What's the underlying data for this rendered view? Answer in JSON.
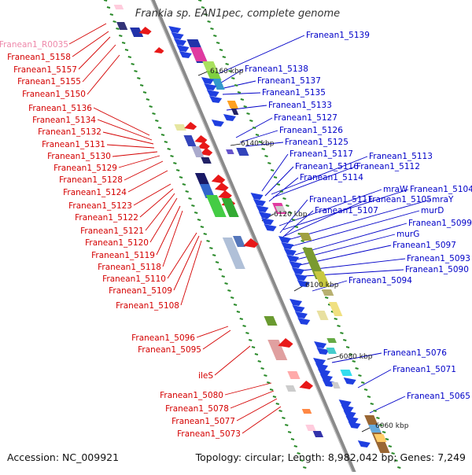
{
  "title": "Frankia sp. EAN1pec, complete genome",
  "footer": {
    "accession": "Accession: NC_009921",
    "stats": "Topology: circular; Length: 8,982,042 bp; Genes: 7,249"
  },
  "ticks": [
    "6160 kbp",
    "6140 kbp",
    "6120 kbp",
    "6100 kbp",
    "6080 kbp",
    "6060 kbp"
  ],
  "colors": {
    "left_label": "#d40000",
    "right_label": "#0000c8",
    "rna_label": "#ee88aa",
    "backbone": "#8a8a8a"
  },
  "left_labels": [
    "Franean1_R0035",
    "Franean1_5158",
    "Franean1_5157",
    "Franean1_5155",
    "Franean1_5150",
    "Franean1_5136",
    "Franean1_5134",
    "Franean1_5132",
    "Franean1_5131",
    "Franean1_5130",
    "Franean1_5129",
    "Franean1_5128",
    "Franean1_5124",
    "Franean1_5123",
    "Franean1_5122",
    "Franean1_5121",
    "Franean1_5120",
    "Franean1_5119",
    "Franean1_5118",
    "Franean1_5110",
    "Franean1_5109",
    "Franean1_5108",
    "Franean1_5096",
    "Franean1_5095",
    "ileS",
    "Franean1_5080",
    "Franean1_5078",
    "Franean1_5077",
    "Franean1_5073"
  ],
  "right_labels": [
    "Franean1_5139",
    "Franean1_5138",
    "Franean1_5137",
    "Franean1_5135",
    "Franean1_5133",
    "Franean1_5127",
    "Franean1_5126",
    "Franean1_5125",
    "Franean1_5117",
    "Franean1_5113",
    "Franean1_5116",
    "Franean1_5112",
    "Franean1_5114",
    "mraW",
    "Franean1_5104",
    "Franean1_5111",
    "Franean1_5105",
    "mraY",
    "Franean1_5107",
    "murD",
    "Franean1_5099",
    "murG",
    "Franean1_5097",
    "Franean1_5093",
    "Franean1_5090",
    "Franean1_5094",
    "Franean1_5076",
    "Franean1_5071",
    "Franean1_5065"
  ]
}
